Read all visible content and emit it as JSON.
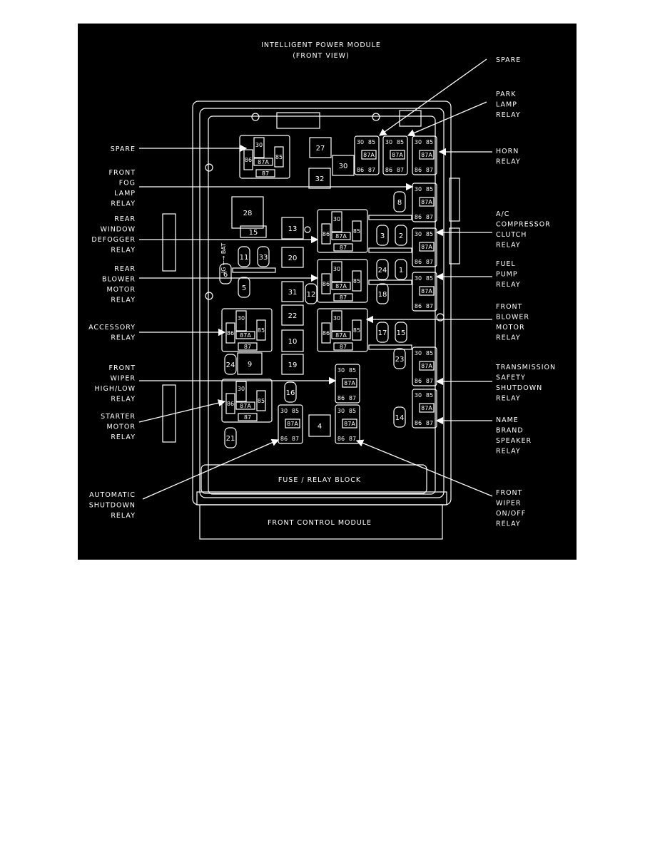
{
  "title": [
    "INTELLIGENT POWER MODULE",
    "(FRONT VIEW)"
  ],
  "block_label": "FUSE / RELAY BLOCK",
  "module_label": "FRONT CONTROL MODULE",
  "side_label": "IG ←→ BAT",
  "relay_pins": {
    "p30": "30",
    "p85": "85",
    "p87a": "87A",
    "p86": "86",
    "p87": "87"
  },
  "callouts_left": [
    {
      "lines": [
        "SPARE"
      ]
    },
    {
      "lines": [
        "FRONT",
        "FOG",
        "LAMP",
        "RELAY"
      ]
    },
    {
      "lines": [
        "REAR",
        "WINDOW",
        "DEFOGGER",
        "RELAY"
      ]
    },
    {
      "lines": [
        "REAR",
        "BLOWER",
        "MOTOR",
        "RELAY"
      ]
    },
    {
      "lines": [
        "ACCESSORY",
        "RELAY"
      ]
    },
    {
      "lines": [
        "FRONT",
        "WIPER",
        "HIGH/LOW",
        "RELAY"
      ]
    },
    {
      "lines": [
        "STARTER",
        "MOTOR",
        "RELAY"
      ]
    },
    {
      "lines": [
        "AUTOMATIC",
        "SHUTDOWN",
        "RELAY"
      ]
    }
  ],
  "callouts_right": [
    {
      "lines": [
        "SPARE"
      ]
    },
    {
      "lines": [
        "PARK",
        "LAMP",
        "RELAY"
      ]
    },
    {
      "lines": [
        "HORN",
        "RELAY"
      ]
    },
    {
      "lines": [
        "A/C",
        "COMPRESSOR",
        "CLUTCH",
        "RELAY"
      ]
    },
    {
      "lines": [
        "FUEL",
        "PUMP",
        "RELAY"
      ]
    },
    {
      "lines": [
        "FRONT",
        "BLOWER",
        "MOTOR",
        "RELAY"
      ]
    },
    {
      "lines": [
        "TRANSMISSION",
        "SAFETY",
        "SHUTDOWN",
        "RELAY"
      ]
    },
    {
      "lines": [
        "NAME",
        "BRAND",
        "SPEAKER",
        "RELAY"
      ]
    },
    {
      "lines": [
        "FRONT",
        "WIPER",
        "ON/OFF",
        "RELAY"
      ]
    }
  ],
  "fuses_cartridge": [
    "27",
    "30",
    "32",
    "28",
    "13",
    "20",
    "31",
    "22",
    "10",
    "19",
    "9",
    "4",
    "15"
  ],
  "fuses_mini": [
    "11",
    "33",
    "6",
    "5",
    "12",
    "8",
    "3",
    "2",
    "24",
    "1",
    "18",
    "17",
    "15",
    "23",
    "24",
    "16",
    "14",
    "21"
  ]
}
